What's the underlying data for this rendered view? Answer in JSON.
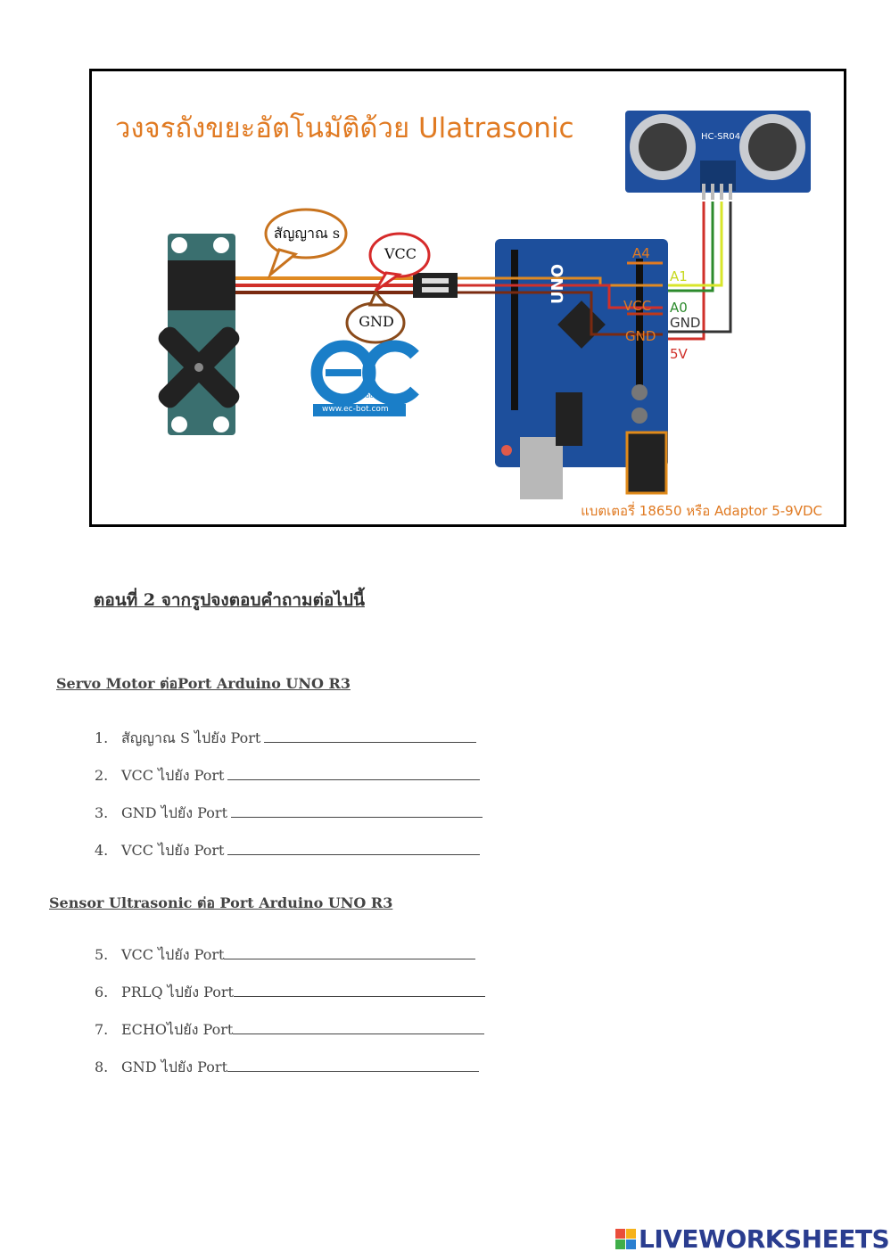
{
  "figure": {
    "title": "วงจรถังขยะอัตโนมัติด้วย Ulatrasonic",
    "caption": "แบตเตอรี่ 18650 หรือ Adaptor 5-9VDC",
    "bubbles": {
      "signal": "สัญญาณ s",
      "vcc": "VCC",
      "gnd": "GND"
    },
    "pins": {
      "a4": "A4",
      "a1": "A1",
      "vcc": "VCC",
      "a0": "A0",
      "gnd1": "GND",
      "gnd2": "GND",
      "v5": "5V"
    },
    "sensor_label": "HC-SR04",
    "board_label": "UNO",
    "logo_url": "www.ec-bot.com",
    "logo_tag": "elec and robot kit"
  },
  "section": {
    "title": "ตอนที่ 2 จากรูปจงตอบคำถามต่อไปนี้"
  },
  "servo_group": {
    "heading": "Servo Motor ต่อPort Arduino UNO R3",
    "questions": [
      {
        "num": "1.",
        "text": "สัญญาณ S ไปยัง Port"
      },
      {
        "num": "2.",
        "text": "VCC ไปยัง Port"
      },
      {
        "num": "3.",
        "text": "GND ไปยัง Port"
      },
      {
        "num": "4.",
        "text": "VCC ไปยัง Port"
      }
    ]
  },
  "sensor_group": {
    "heading": "Sensor Ultrasonic ต่อ Port Arduino UNO R3",
    "questions": [
      {
        "num": "5.",
        "text": "VCC ไปยัง Port"
      },
      {
        "num": "6.",
        "text": "PRLQ ไปยัง Port"
      },
      {
        "num": "7.",
        "text": "ECHOไปยัง Port"
      },
      {
        "num": "8.",
        "text": "GND ไปยัง Port"
      }
    ]
  },
  "footer": {
    "brand": "LIVEWORKSHEETS"
  },
  "colors": {
    "accent": "#e07a22",
    "board": "#1d4f9c",
    "brand": "#2a3d8f"
  }
}
